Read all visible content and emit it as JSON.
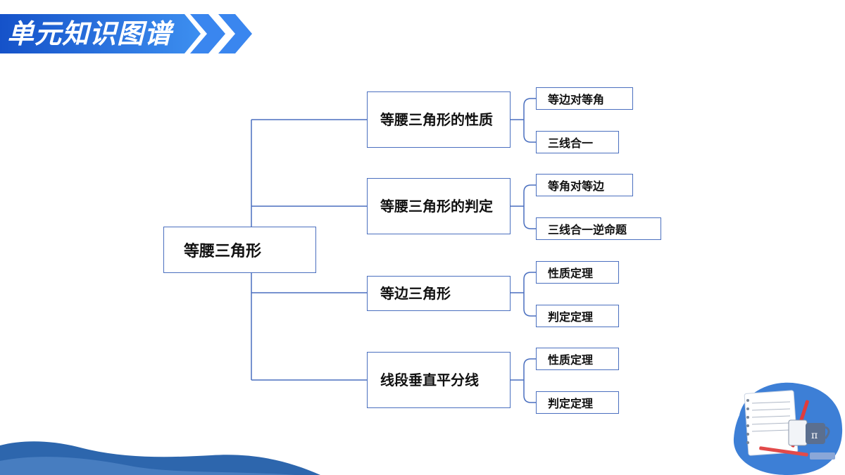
{
  "header": {
    "title": "单元知识图谱"
  },
  "colors": {
    "accent": "#2f6fd6",
    "line": "#4a6fbf",
    "wave": "#2d66ad"
  },
  "mindmap": {
    "root": "等腰三角形",
    "branches": [
      {
        "label": "等腰三角形的性质",
        "children": [
          "等边对等角",
          "三线合一"
        ]
      },
      {
        "label": "等腰三角形的判定",
        "children": [
          "等角对等边",
          "三线合一逆命题"
        ]
      },
      {
        "label": "等边三角形",
        "children": [
          "性质定理",
          "判定定理"
        ]
      },
      {
        "label": "线段垂直平分线",
        "children": [
          "性质定理",
          "判定定理"
        ]
      }
    ]
  },
  "illustration": {
    "symbol": "π"
  }
}
